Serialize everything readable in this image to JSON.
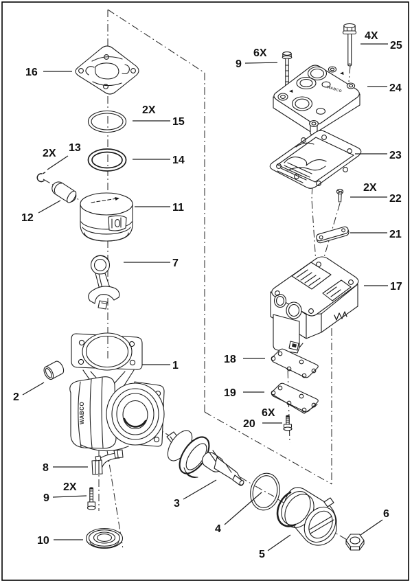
{
  "page": {
    "background": "#ffffff",
    "line_color": "#1c1c1c"
  },
  "diagram": {
    "kind": "exploded parts diagram",
    "brand_text": "WABCO",
    "numbers": {
      "1": "1",
      "2": "2",
      "3": "3",
      "4": "4",
      "5": "5",
      "6": "6",
      "7": "7",
      "8": "8",
      "9": "9",
      "10": "10",
      "11": "11",
      "12": "12",
      "13": "13",
      "14": "14",
      "15": "15",
      "16": "16",
      "17": "17",
      "18": "18",
      "19": "19",
      "20": "20",
      "21": "21",
      "22": "22",
      "23": "23",
      "24": "24",
      "25": "25"
    },
    "quantities": {
      "x2": "2X",
      "x4": "4X",
      "x6": "6X"
    }
  }
}
